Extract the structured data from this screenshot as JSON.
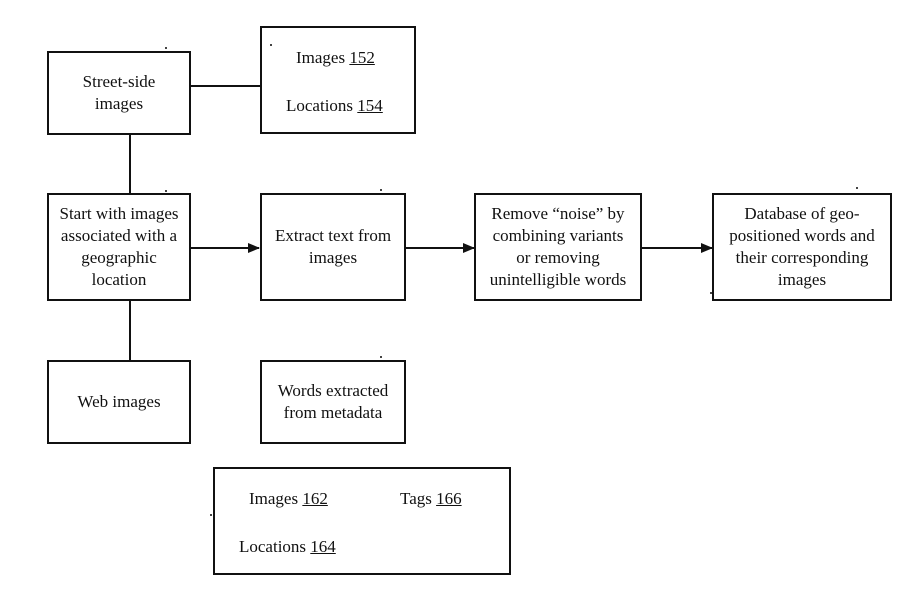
{
  "nodes": {
    "street_side": {
      "text": "Street-side\nimages"
    },
    "start": {
      "text": "Start with images\nassociated with a\ngeographic\nlocation"
    },
    "web_images": {
      "text": "Web images"
    },
    "extract": {
      "text": "Extract text from\nimages"
    },
    "metadata": {
      "text": "Words extracted\nfrom metadata"
    },
    "remove_noise": {
      "text": "Remove “noise” by\ncombining variants\nor removing\nunintelligible words"
    },
    "database": {
      "text": "Database of geo-\npositioned words and\ntheir corresponding\nimages"
    }
  },
  "street_data": {
    "images": {
      "label": "Images",
      "ref": "152"
    },
    "locations": {
      "label": "Locations",
      "ref": "154"
    }
  },
  "web_data": {
    "images": {
      "label": "Images",
      "ref": "162"
    },
    "tags": {
      "label": "Tags",
      "ref": "166"
    },
    "locations": {
      "label": "Locations",
      "ref": "164"
    }
  },
  "colors": {
    "line": "#111111",
    "background": "#ffffff"
  }
}
